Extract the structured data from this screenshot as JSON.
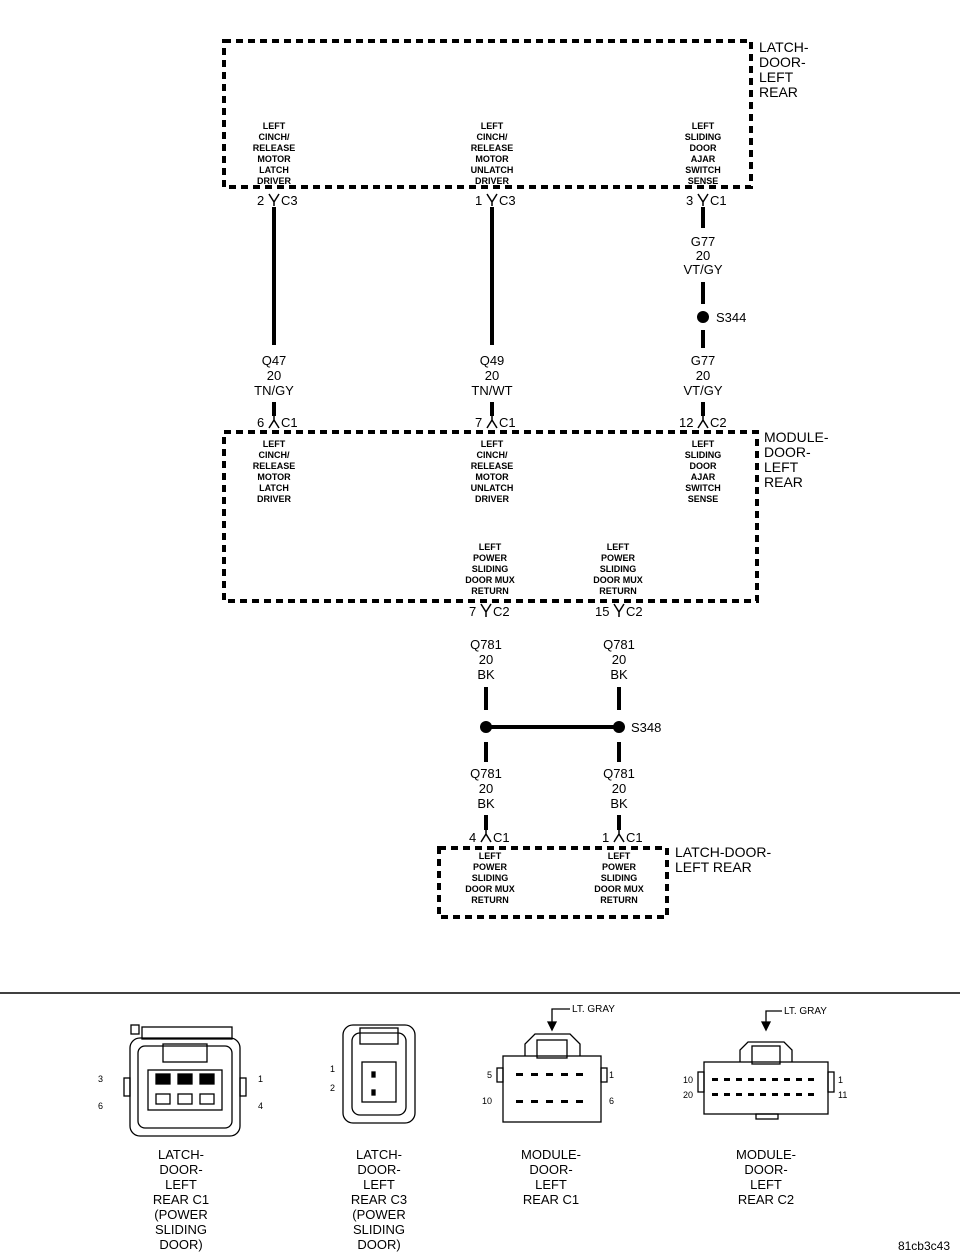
{
  "components": {
    "latch_top": {
      "name": [
        "LATCH-",
        "DOOR-",
        "LEFT",
        "REAR"
      ],
      "pins": [
        {
          "label": [
            "LEFT",
            "CINCH/",
            "RELEASE",
            "MOTOR",
            "LATCH",
            "DRIVER"
          ],
          "pin": "2",
          "connector": "C3"
        },
        {
          "label": [
            "LEFT",
            "CINCH/",
            "RELEASE",
            "MOTOR",
            "UNLATCH",
            "DRIVER"
          ],
          "pin": "1",
          "connector": "C3"
        },
        {
          "label": [
            "LEFT",
            "SLIDING",
            "DOOR",
            "AJAR",
            "SWITCH",
            "SENSE"
          ],
          "pin": "3",
          "connector": "C1"
        }
      ]
    },
    "module": {
      "name": [
        "MODULE-",
        "DOOR-",
        "LEFT",
        "REAR"
      ],
      "top_pins": [
        {
          "label": [
            "LEFT",
            "CINCH/",
            "RELEASE",
            "MOTOR",
            "LATCH",
            "DRIVER"
          ],
          "pin": "6",
          "connector": "C1"
        },
        {
          "label": [
            "LEFT",
            "CINCH/",
            "RELEASE",
            "MOTOR",
            "UNLATCH",
            "DRIVER"
          ],
          "pin": "7",
          "connector": "C1"
        },
        {
          "label": [
            "LEFT",
            "SLIDING",
            "DOOR",
            "AJAR",
            "SWITCH",
            "SENSE"
          ],
          "pin": "12",
          "connector": "C2"
        }
      ],
      "bottom_pins": [
        {
          "label": [
            "LEFT",
            "POWER",
            "SLIDING",
            "DOOR MUX",
            "RETURN"
          ],
          "pin": "7",
          "connector": "C2"
        },
        {
          "label": [
            "LEFT",
            "POWER",
            "SLIDING",
            "DOOR MUX",
            "RETURN"
          ],
          "pin": "15",
          "connector": "C2"
        }
      ]
    },
    "latch_bottom": {
      "name": [
        "LATCH-DOOR-",
        "LEFT REAR"
      ],
      "pins": [
        {
          "label": [
            "LEFT",
            "POWER",
            "SLIDING",
            "DOOR MUX",
            "RETURN"
          ],
          "pin": "4",
          "connector": "C1"
        },
        {
          "label": [
            "LEFT",
            "POWER",
            "SLIDING",
            "DOOR MUX",
            "RETURN"
          ],
          "pin": "1",
          "connector": "C1"
        }
      ]
    }
  },
  "wires": {
    "q47": [
      "Q47",
      "20",
      "TN/GY"
    ],
    "q49": [
      "Q49",
      "20",
      "TN/WT"
    ],
    "g77_top": [
      "G77",
      "20",
      "VT/GY"
    ],
    "g77_bottom": [
      "G77",
      "20",
      "VT/GY"
    ],
    "q781_a_top": [
      "Q781",
      "20",
      "BK"
    ],
    "q781_b_top": [
      "Q781",
      "20",
      "BK"
    ],
    "q781_a_bottom": [
      "Q781",
      "20",
      "BK"
    ],
    "q781_b_bottom": [
      "Q781",
      "20",
      "BK"
    ]
  },
  "splices": {
    "s344": "S344",
    "s348": "S348"
  },
  "connector_views": [
    {
      "caption": [
        "LATCH-",
        "DOOR-",
        "LEFT",
        "REAR C1",
        "(POWER",
        "SLIDING",
        "DOOR)"
      ],
      "pins": [
        "3",
        "1",
        "6",
        "4"
      ]
    },
    {
      "caption": [
        "LATCH-",
        "DOOR-",
        "LEFT",
        "REAR C3",
        "(POWER",
        "SLIDING",
        "DOOR)"
      ],
      "pins": [
        "1",
        "2"
      ]
    },
    {
      "caption": [
        "MODULE-",
        "DOOR-",
        "LEFT",
        "REAR C1"
      ],
      "pins": [
        "5",
        "1",
        "10",
        "6"
      ],
      "color_label": "LT. GRAY"
    },
    {
      "caption": [
        "MODULE-",
        "DOOR-",
        "LEFT",
        "REAR C2"
      ],
      "pins": [
        "10",
        "1",
        "20",
        "11"
      ],
      "color_label": "LT. GRAY"
    }
  ],
  "figure_id": "81cb3c43"
}
